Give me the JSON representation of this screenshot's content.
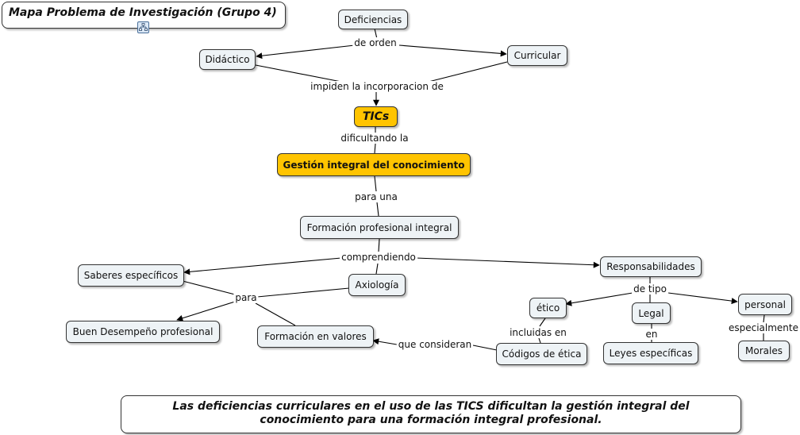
{
  "map_title": "Mapa Problema de Investigación (Grupo 4)",
  "nodes": {
    "deficiencias": "Deficiencias",
    "didactico": "Didáctico",
    "curricular": "Curricular",
    "tics": "TICs",
    "gestion": "Gestión integral del conocimiento",
    "formacion_integral": "Formación profesional integral",
    "saberes": "Saberes específicos",
    "axiologia": "Axiología",
    "responsabilidades": "Responsabilidades",
    "buen_desempeno": "Buen Desempeño profesional",
    "formacion_valores": "Formación en valores",
    "etico": "ético",
    "legal": "Legal",
    "personal": "personal",
    "codigos": "Códigos de ética",
    "leyes": "Leyes específicas",
    "morales": "Morales"
  },
  "links": {
    "de_orden": "de orden",
    "impiden": "impiden la incorporacion de",
    "dificultando": "dificultando la",
    "para_una": "para una",
    "comprendiendo": "comprendiendo",
    "para": "para",
    "de_tipo": "de tipo",
    "incluidas_en": "incluidas en",
    "en": "en",
    "especialmente": "especialmente",
    "que_consideran": "que consideran"
  },
  "summary": "Las deficiencias curriculares en el uso de las TICS dificultan la gestión integral del conocimiento para una formación integral profesional.",
  "colors": {
    "node_fill": "#eef3f6",
    "highlight_fill": "#ffc400",
    "line": "#000000"
  },
  "icons": [
    "concept-map-icon"
  ]
}
